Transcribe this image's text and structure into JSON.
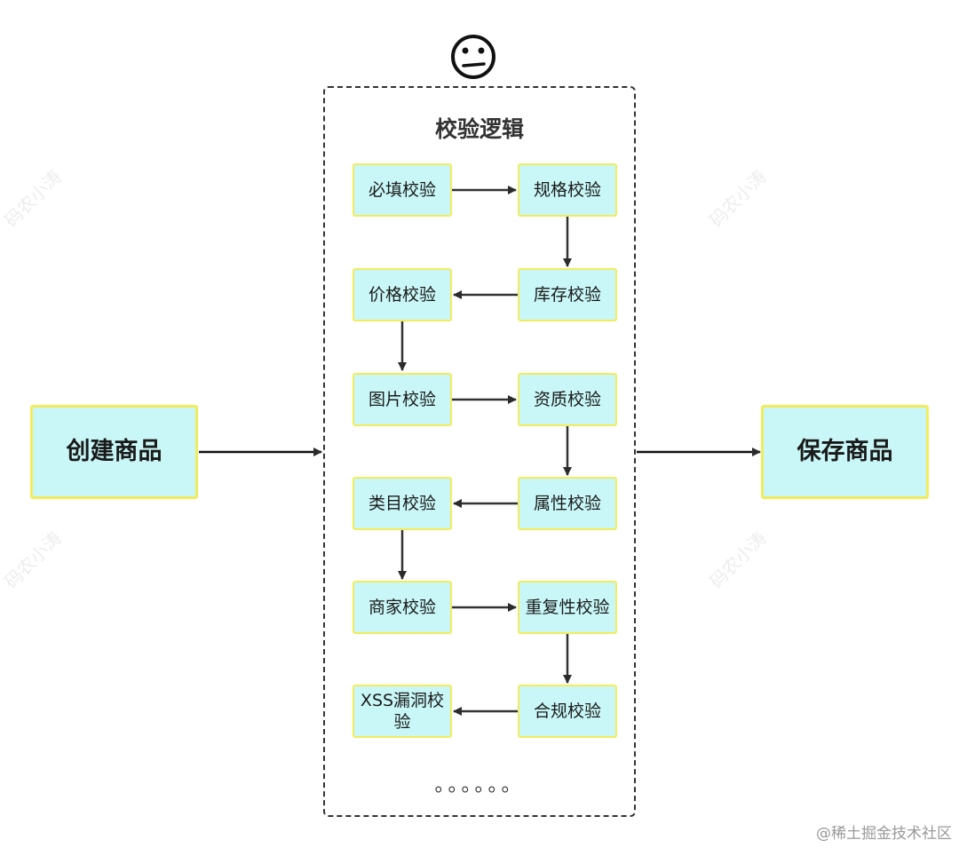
{
  "diagram": {
    "start": "创建商品",
    "end": "保存商品",
    "group_title": "校验逻辑",
    "face_icon": "confused-face-icon",
    "steps": [
      {
        "label": "必填校验"
      },
      {
        "label": "规格校验"
      },
      {
        "label": "库存校验"
      },
      {
        "label": "价格校验"
      },
      {
        "label": "图片校验"
      },
      {
        "label": "资质校验"
      },
      {
        "label": "属性校验"
      },
      {
        "label": "类目校验"
      },
      {
        "label": "商家校验"
      },
      {
        "label": "重复性校验"
      },
      {
        "label": "合规校验"
      },
      {
        "label": "XSS漏洞校验"
      }
    ],
    "ellipsis": "。。。。。。"
  },
  "watermark": "码农小涛",
  "credit": "@稀土掘金技术社区"
}
